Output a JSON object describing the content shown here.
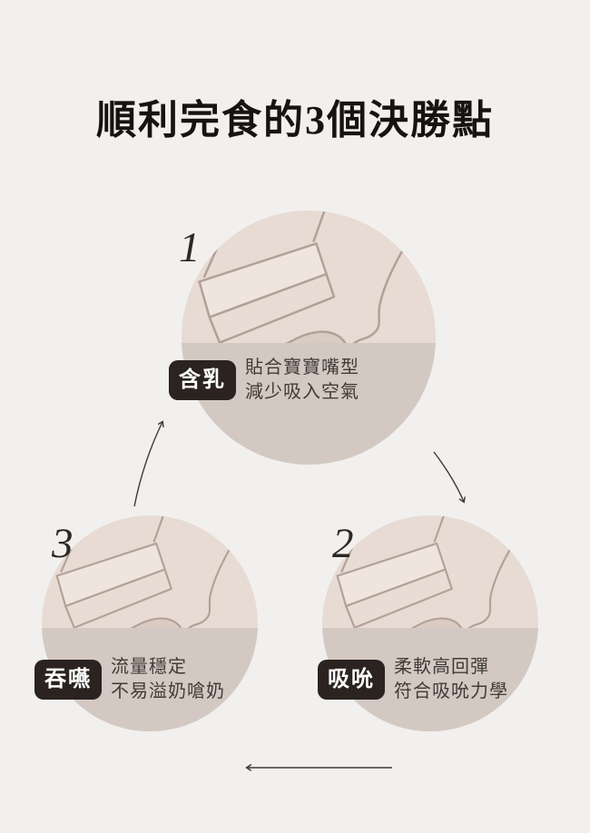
{
  "page": {
    "title": "順利完食的3個決勝點"
  },
  "colors": {
    "background": "#f1f0ee",
    "circle_top": "#e7dbd4",
    "circle_bottom_band": "#d3c9c2",
    "badge_background": "#2a2320",
    "badge_text": "#ffffff",
    "title_text": "#17130f",
    "body_text": "#403b37",
    "arrow": "#3c3a38",
    "illustration_line": "#b2a197"
  },
  "steps": [
    {
      "number": "1",
      "badge": "含乳",
      "line1": "貼合寶寶嘴型",
      "line2": "減少吸入空氣"
    },
    {
      "number": "2",
      "badge": "吸吮",
      "line1": "柔軟高回彈",
      "line2": "符合吸吮力學"
    },
    {
      "number": "3",
      "badge": "吞嚥",
      "line1": "流量穩定",
      "line2": "不易溢奶嗆奶"
    }
  ]
}
